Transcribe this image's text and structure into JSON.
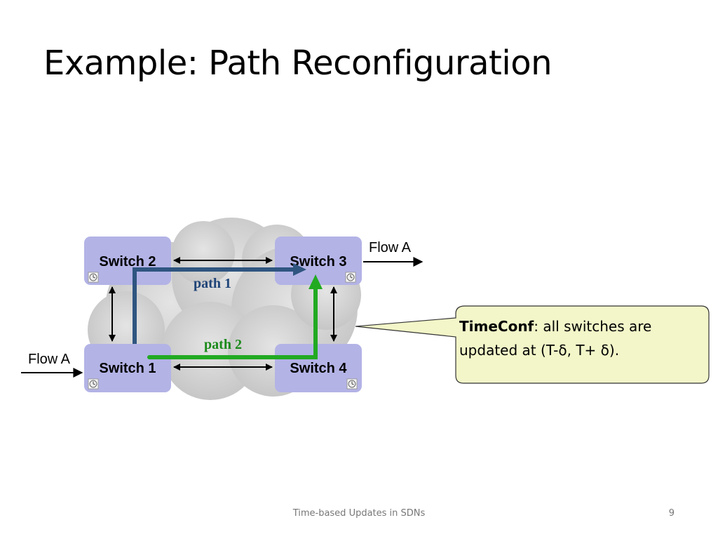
{
  "slide": {
    "title": "Example: Path Reconfiguration",
    "footer": "Time-based Updates in SDNs",
    "page_number": "9"
  },
  "diagram": {
    "switches": [
      "Switch 1",
      "Switch 2",
      "Switch 3",
      "Switch 4"
    ],
    "flow_in_label": "Flow A",
    "flow_out_label": "Flow A",
    "path1_label": "path 1",
    "path2_label": "path 2",
    "colors": {
      "switch_fill": "#b3b3e6",
      "path1": "#2f5580",
      "path2": "#22aa22",
      "callout_fill": "#f2f6c8",
      "cloud": "#cfcfcf"
    }
  },
  "callout": {
    "term": "TimeConf",
    "text_line1": ": all switches are",
    "text_line2": "updated at (T-δ, T+ δ)."
  },
  "icons": {
    "clock": "clock-icon"
  }
}
